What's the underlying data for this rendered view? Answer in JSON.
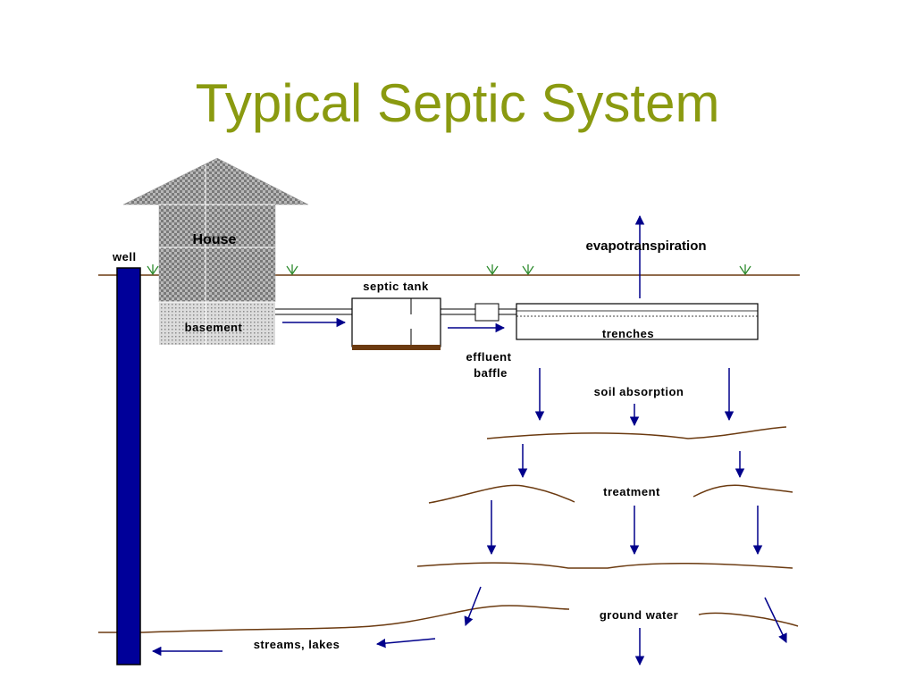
{
  "slide": {
    "title": "Typical Septic System"
  },
  "labels": {
    "house": "House",
    "basement": "basement",
    "well": "well",
    "septic_tank": "septic tank",
    "effluent_baffle_line1": "effluent",
    "effluent_baffle_line2": "baffle",
    "trenches": "trenches",
    "evapotranspiration": "evapotranspiration",
    "soil_absorption": "soil absorption",
    "treatment": "treatment",
    "ground_water": "ground water",
    "streams_lakes": "streams, lakes"
  },
  "colors": {
    "title": "#8a9a10",
    "arrow": "#00008b",
    "well": "#000099",
    "soil_line": "#6b3a10",
    "grass": "#2e8b2e",
    "tank_sludge": "#6b3a10"
  }
}
